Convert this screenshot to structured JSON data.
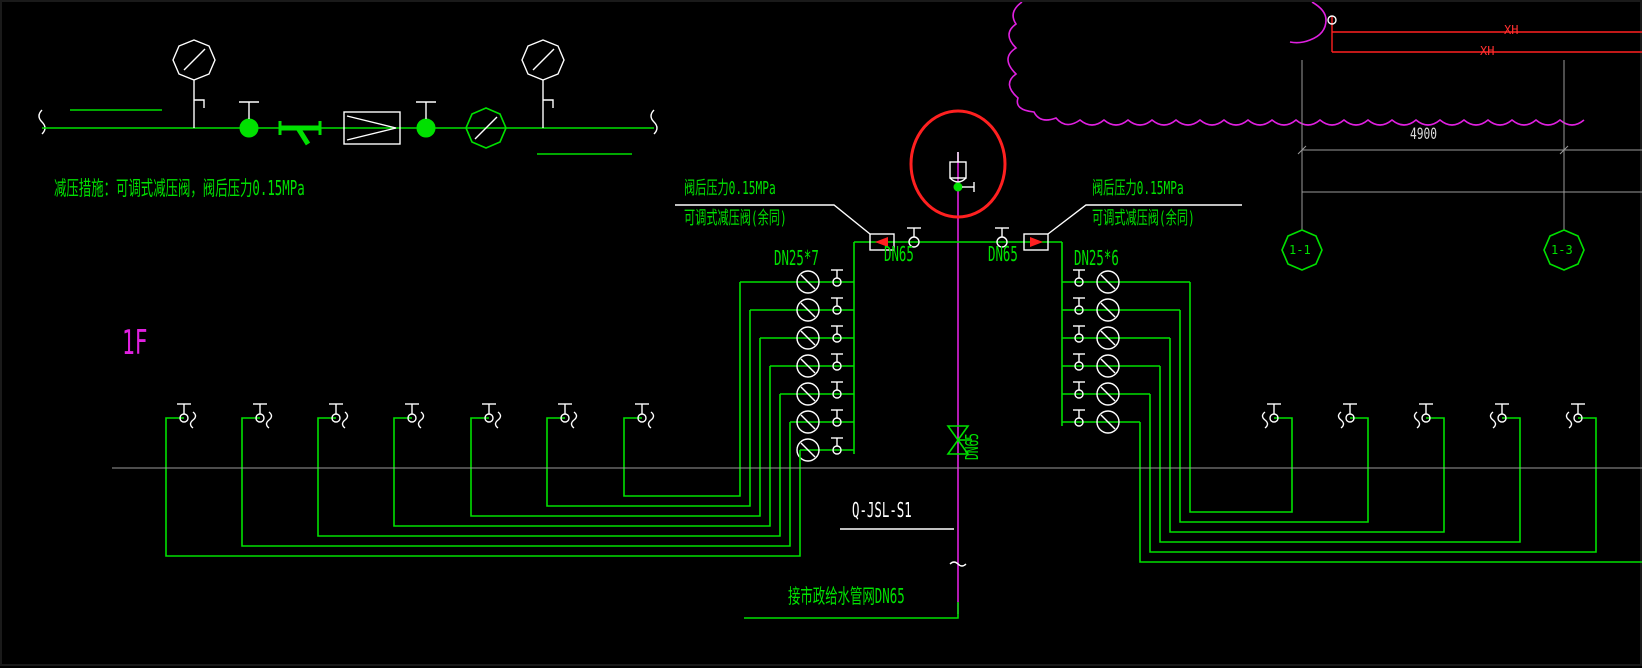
{
  "drawing": {
    "note_top_left": "减压措施：可调式减压阀，阀后压力0.15MPa",
    "left_prv_pressure": "阀后压力0.15MPa",
    "left_prv_type": "可调式减压阀(余同)",
    "right_prv_pressure": "阀后压力0.15MPa",
    "right_prv_type": "可调式减压阀(余同)",
    "left_branch_dn": "DN65",
    "right_branch_dn": "DN65",
    "left_meter_group": "DN25*7",
    "right_meter_group": "DN25*6",
    "riser_dn": "DN65",
    "floor_label": "1F",
    "pipe_tag": "Q-JSL-S1",
    "supply_note": "接市政给水管网DN65",
    "dimension": "4900",
    "grid_bubble_1": "1-1",
    "grid_bubble_2": "1-3",
    "xh_label_1": "XH",
    "xh_label_2": "XH"
  },
  "colors": {
    "background": "#000000",
    "pipe": "#00e000",
    "riser": "#e020e0",
    "symbol": "#ffffff",
    "highlight": "#ff2020",
    "grid": "#9a9a9a"
  }
}
